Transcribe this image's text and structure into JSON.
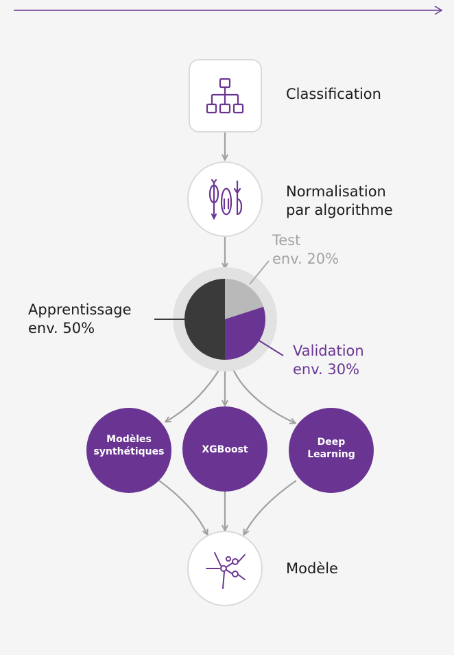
{
  "steps": {
    "classification": "Classification",
    "normalisation_line1": "Normalisation",
    "normalisation_line2": "par algorithme",
    "model": "Modèle"
  },
  "split": {
    "test_line1": "Test",
    "test_line2": "env. 20%",
    "train_line1": "Apprentissage",
    "train_line2": "env. 50%",
    "validation_line1": "Validation",
    "validation_line2": "env. 30%",
    "values": [
      {
        "name": "Apprentissage",
        "percent": 50,
        "color": "#3a3a3a"
      },
      {
        "name": "Validation",
        "percent": 30,
        "color": "#6a3592"
      },
      {
        "name": "Test",
        "percent": 20,
        "color": "#b9b9b9"
      }
    ]
  },
  "models": {
    "synthetic_line1": "Modèles",
    "synthetic_line2": "synthétiques",
    "xgboost": "XGBoost",
    "deep_line1": "Deep",
    "deep_line2": "Learning"
  },
  "icons": {
    "classification": "hierarchy-icon",
    "normalisation": "loop-arrows-icon",
    "model": "network-nodes-icon"
  },
  "colors": {
    "accent": "#6a3592",
    "connector": "#a0a0a0",
    "dark": "#3a3a3a"
  }
}
